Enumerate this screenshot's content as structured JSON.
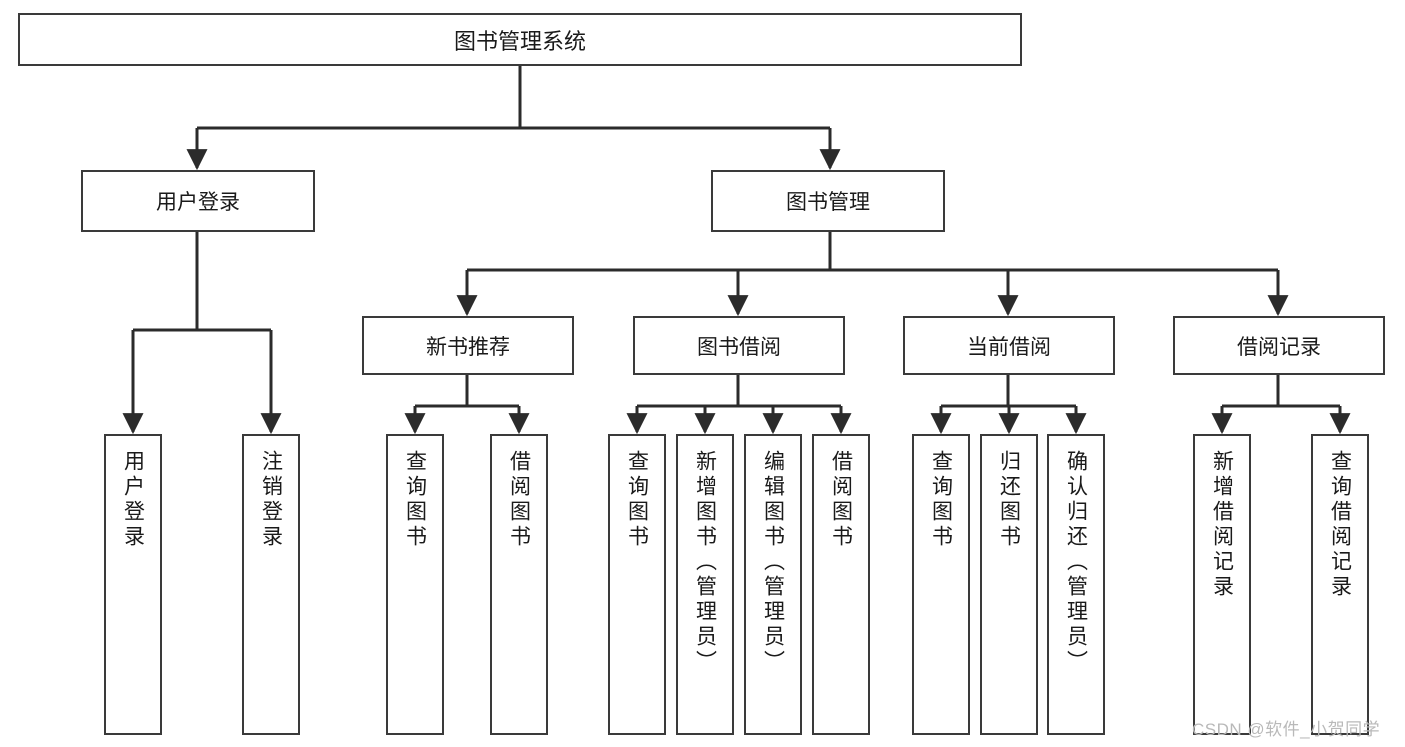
{
  "diagram": {
    "title": "图书管理系统",
    "type": "tree-hierarchy-chart",
    "colors": {
      "box_border": "#3a3a3a",
      "box_fill": "#ffffff",
      "connector": "#2b2b2b",
      "text": "#1a1a1a",
      "watermark": "#b9b9b9"
    },
    "root": {
      "id": "root",
      "label": "图书管理系统"
    },
    "branches": [
      {
        "id": "user-login",
        "label": "用户登录",
        "leaves": [
          {
            "id": "leaf-user-login",
            "label": "用户登录"
          },
          {
            "id": "leaf-user-logout",
            "label": "注销登录"
          }
        ]
      },
      {
        "id": "book-management",
        "label": "图书管理",
        "subgroups": [
          {
            "id": "new-book-recommend",
            "label": "新书推荐",
            "leaves": [
              {
                "id": "leaf-query-book-1",
                "label": "查询图书"
              },
              {
                "id": "leaf-borrow-book-1",
                "label": "借阅图书"
              }
            ]
          },
          {
            "id": "book-borrow",
            "label": "图书借阅",
            "leaves": [
              {
                "id": "leaf-query-book-2",
                "label": "查询图书"
              },
              {
                "id": "leaf-add-book",
                "label": "新增图书（管理员）"
              },
              {
                "id": "leaf-edit-book",
                "label": "编辑图书（管理员）"
              },
              {
                "id": "leaf-borrow-book-2",
                "label": "借阅图书"
              }
            ]
          },
          {
            "id": "current-borrow",
            "label": "当前借阅",
            "leaves": [
              {
                "id": "leaf-query-book-3",
                "label": "查询图书"
              },
              {
                "id": "leaf-return-book",
                "label": "归还图书"
              },
              {
                "id": "leaf-confirm-return",
                "label": "确认归还（管理员）"
              }
            ]
          },
          {
            "id": "borrow-records",
            "label": "借阅记录",
            "leaves": [
              {
                "id": "leaf-add-record",
                "label": "新增借阅记录"
              },
              {
                "id": "leaf-query-record",
                "label": "查询借阅记录"
              }
            ]
          }
        ]
      }
    ],
    "watermark": "CSDN @软件_小贺同学"
  }
}
